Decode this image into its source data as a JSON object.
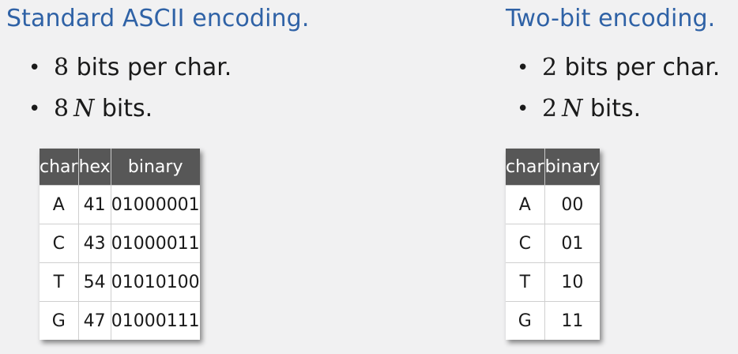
{
  "left": {
    "heading": "Standard ASCII encoding.",
    "bullet1": {
      "num": "8",
      "text": "bits per char."
    },
    "bullet2": {
      "num": "8",
      "var": "N",
      "text": "bits."
    },
    "table": {
      "headers": [
        "char",
        "hex",
        "binary"
      ],
      "rows": [
        [
          "A",
          "41",
          "01000001"
        ],
        [
          "C",
          "43",
          "01000011"
        ],
        [
          "T",
          "54",
          "01010100"
        ],
        [
          "G",
          "47",
          "01000111"
        ]
      ]
    }
  },
  "right": {
    "heading": "Two-bit encoding.",
    "bullet1": {
      "num": "2",
      "text": "bits per char."
    },
    "bullet2": {
      "num": "2",
      "var": "N",
      "text": "bits."
    },
    "table": {
      "headers": [
        "char",
        "binary"
      ],
      "rows": [
        [
          "A",
          "00"
        ],
        [
          "C",
          "01"
        ],
        [
          "T",
          "10"
        ],
        [
          "G",
          "11"
        ]
      ]
    }
  },
  "colors": {
    "heading": "#2f62a6",
    "table_header_bg": "#575757",
    "background": "#f1f1f2"
  }
}
